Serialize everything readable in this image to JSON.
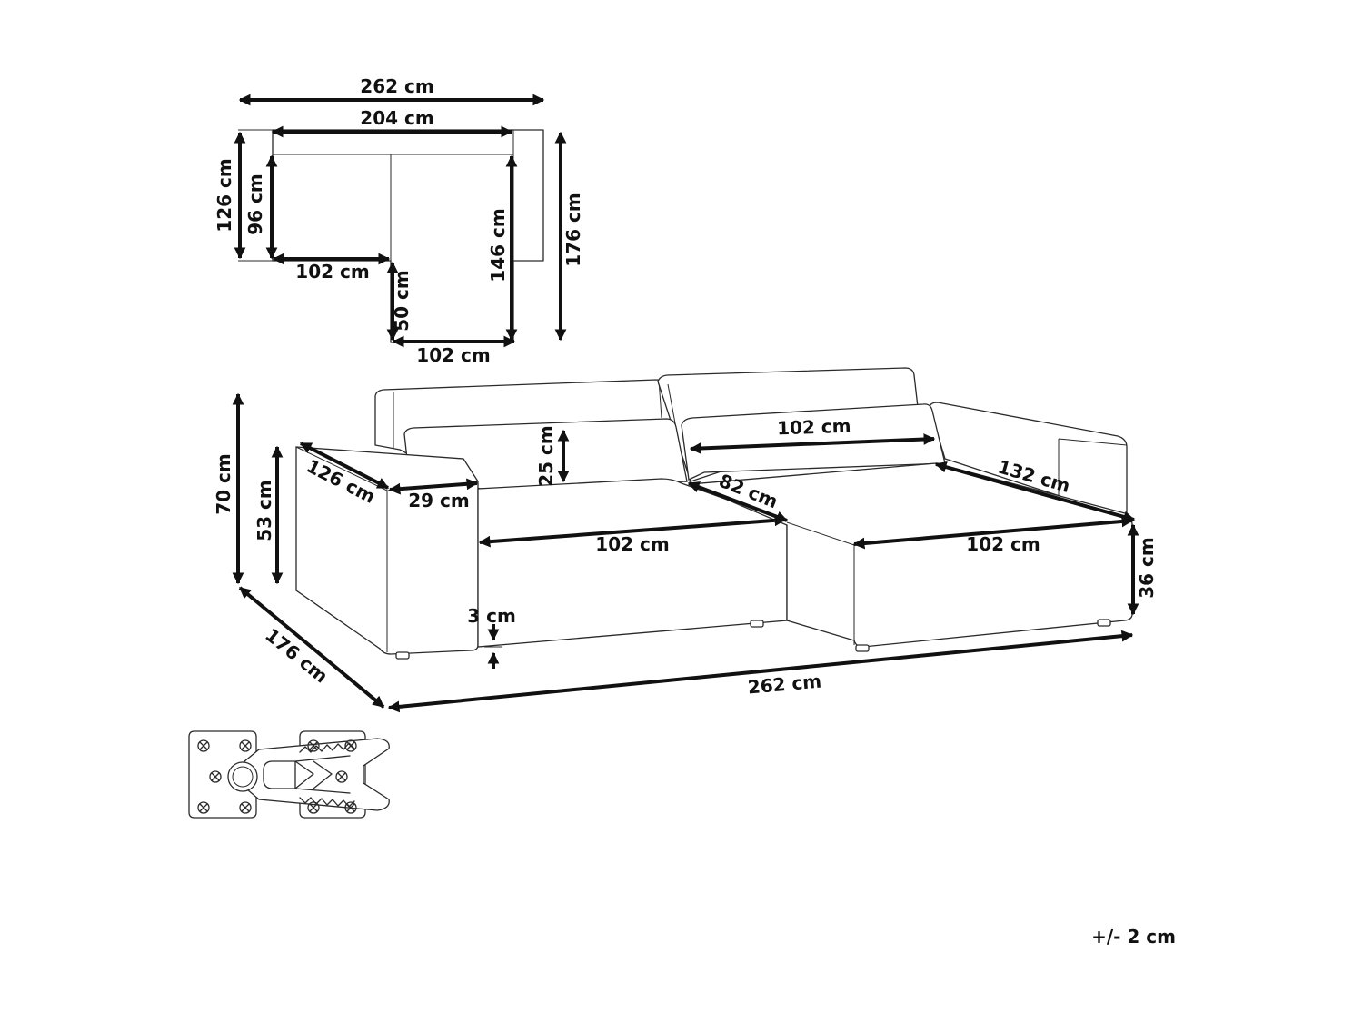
{
  "top_view": {
    "total_width": "262 cm",
    "inner_width": "204 cm",
    "left_depth": "126 cm",
    "seat_depth": "96 cm",
    "left_section_width": "102 cm",
    "step_depth": "50 cm",
    "chaise_width": "102 cm",
    "chaise_length": "146 cm",
    "total_depth": "176 cm"
  },
  "front_view": {
    "total_height": "70 cm",
    "armrest_height": "53 cm",
    "armrest_length": "126 cm",
    "armrest_width": "29 cm",
    "cushion_height": "25 cm",
    "back_cushion_width": "102 cm",
    "seat_depth": "82 cm",
    "seat_width": "102 cm",
    "chaise_length": "132 cm",
    "chaise_seat_width": "102 cm",
    "seat_height": "36 cm",
    "leg_height": "3 cm",
    "total_depth": "176 cm",
    "total_width": "262 cm"
  },
  "tolerance": "+/- 2 cm",
  "icons": {
    "connector": "sofa-connector-clip-icon"
  }
}
